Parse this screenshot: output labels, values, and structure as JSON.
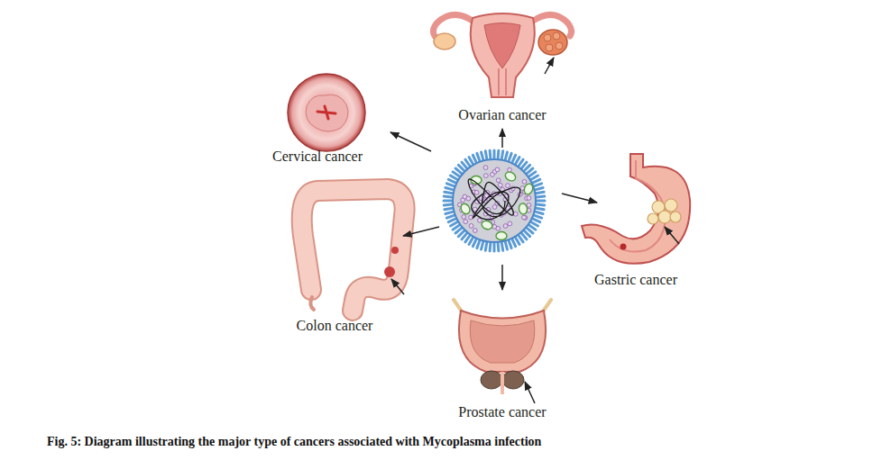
{
  "diagram": {
    "caption": "Fig. 5: Diagram illustrating the major type of cancers associated with Mycoplasma infection",
    "nodes": [
      {
        "text": [
          "Ovarian cancer"
        ]
      },
      {
        "text": [
          "Cervical cancer"
        ]
      },
      {
        "text": [
          "Gastric cancer"
        ]
      },
      {
        "text": [
          "Colon cancer"
        ]
      },
      {
        "text": [
          "Prostate cancer"
        ]
      }
    ]
  }
}
